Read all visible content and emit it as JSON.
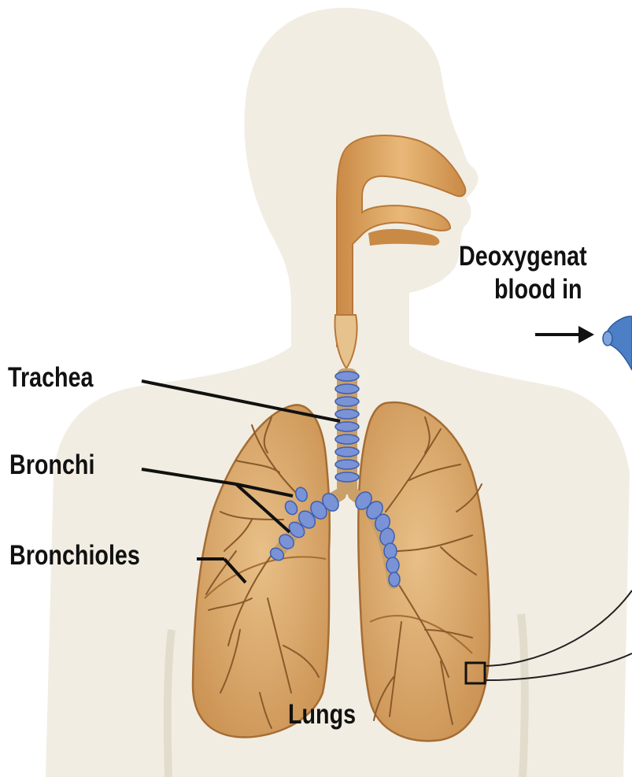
{
  "labels": {
    "trachea": "Trachea",
    "bronchi": "Bronchi",
    "bronchioles": "Bronchioles",
    "lungs": "Lungs",
    "deoxygenated_line1": "Deoxygenat",
    "deoxygenated_line2": "blood in"
  },
  "colors": {
    "body_silhouette": "#f2ede2",
    "airway_tan": "#d9a25c",
    "lung_tan": "#dba970",
    "cartilage_blue": "#7a93d6",
    "vein_blue": "#4d7fc7",
    "label_text": "#111111"
  }
}
